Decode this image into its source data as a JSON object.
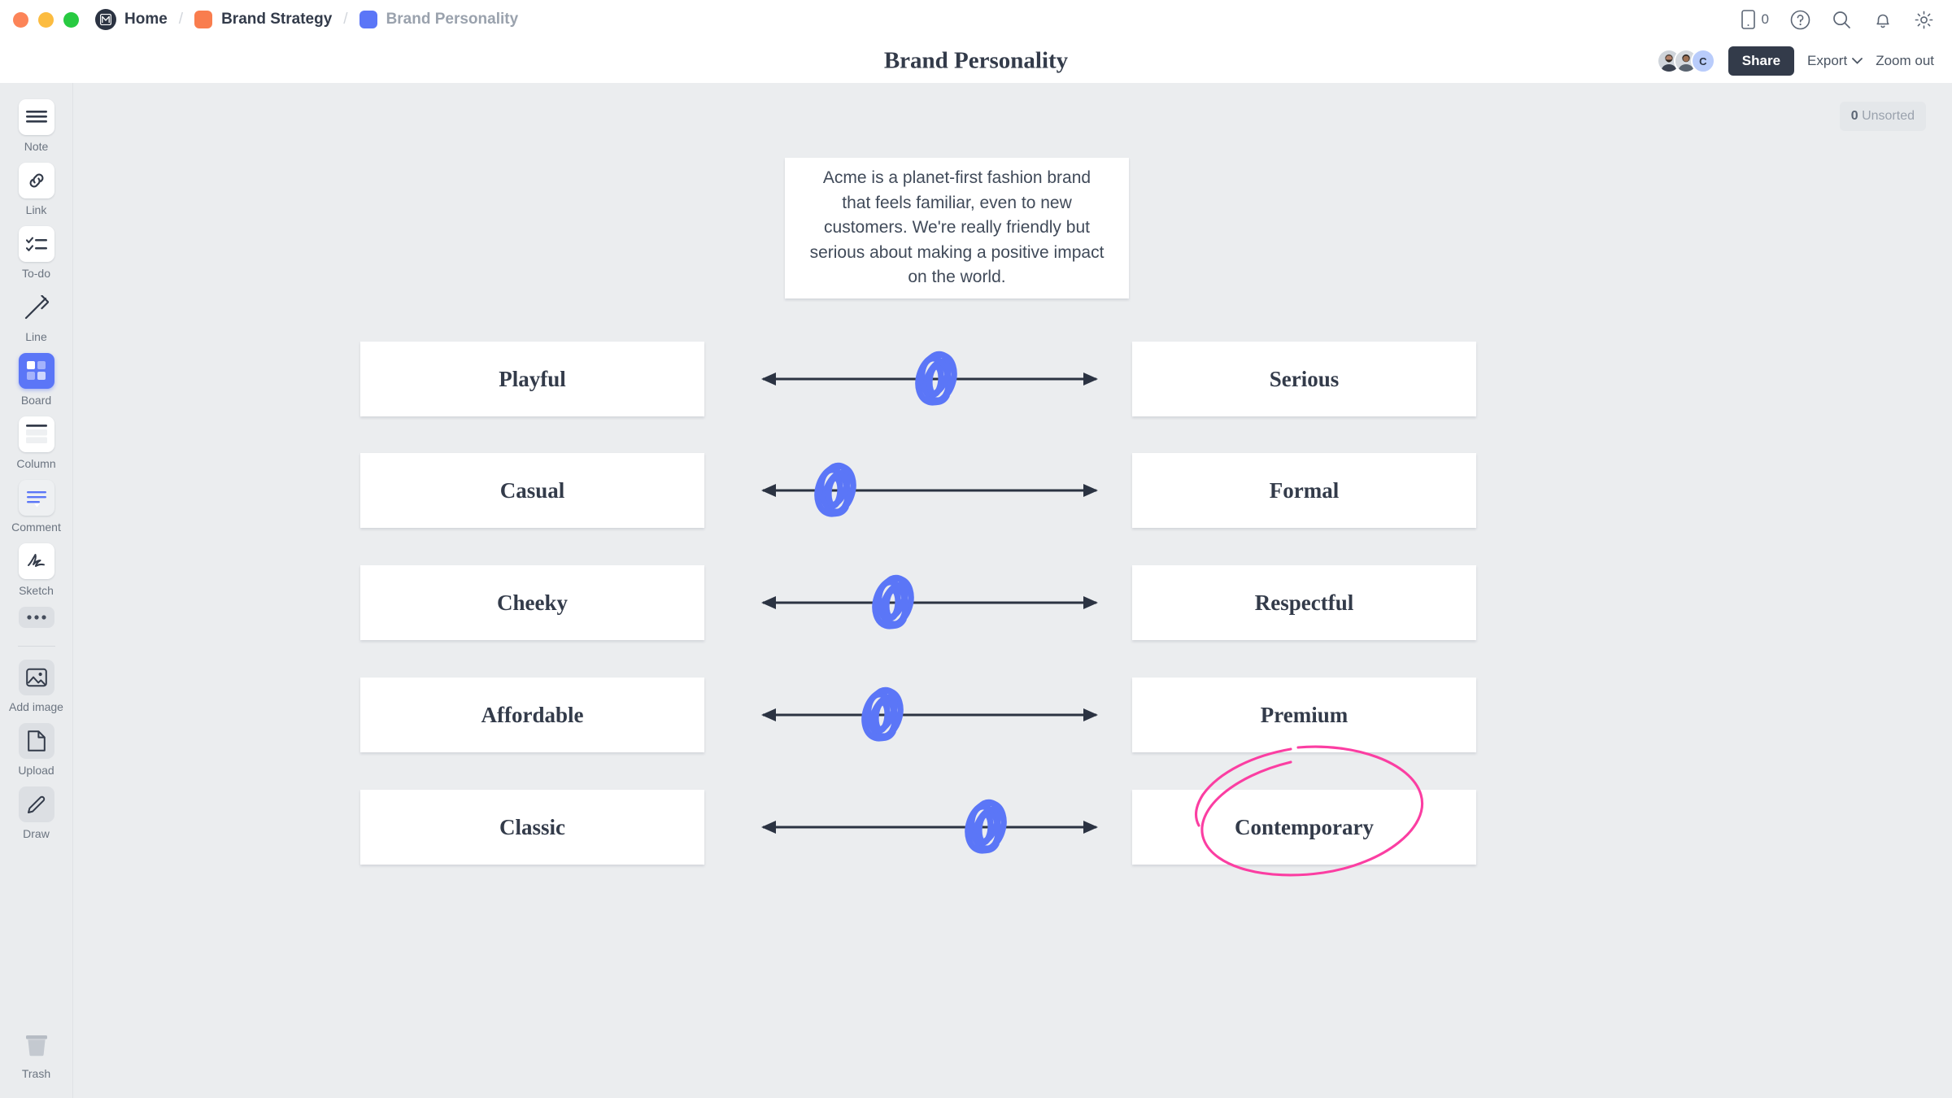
{
  "window": {
    "traffic_lights": [
      "close",
      "minimize",
      "maximize"
    ],
    "logo": "milanote-logo-icon"
  },
  "breadcrumb": {
    "items": [
      {
        "label": "Home",
        "type": "home",
        "active": true
      },
      {
        "label": "Brand Strategy",
        "type": "folder",
        "color": "#f97d4e",
        "active": true
      },
      {
        "label": "Brand Personality",
        "type": "board",
        "color": "#5b76f7",
        "active": false
      }
    ],
    "separator": "/"
  },
  "topbar": {
    "mobile_count": "0",
    "icons": [
      "mobile-icon",
      "help-icon",
      "search-icon",
      "notifications-icon",
      "settings-icon"
    ]
  },
  "header": {
    "title": "Brand Personality",
    "share_label": "Share",
    "export_label": "Export",
    "zoom_label": "Zoom out",
    "avatars": [
      {
        "type": "photo",
        "name": "collaborator-1"
      },
      {
        "type": "photo",
        "name": "collaborator-2"
      },
      {
        "type": "initial",
        "name": "collaborator-3",
        "initial": "C",
        "color": "#b9ccfb"
      }
    ]
  },
  "toolbar": {
    "items": [
      {
        "label": "Note",
        "icon": "note-icon",
        "style": "white",
        "active": false
      },
      {
        "label": "Link",
        "icon": "link-icon",
        "style": "white",
        "active": false
      },
      {
        "label": "To-do",
        "icon": "todo-icon",
        "style": "white",
        "active": false
      },
      {
        "label": "Line",
        "icon": "line-arrow-icon",
        "style": "bare",
        "active": false
      },
      {
        "label": "Board",
        "icon": "board-icon",
        "style": "white",
        "active": true
      },
      {
        "label": "Column",
        "icon": "column-icon",
        "style": "white",
        "active": false
      },
      {
        "label": "Comment",
        "icon": "comment-icon",
        "style": "white",
        "active": false
      },
      {
        "label": "Sketch",
        "icon": "sketch-icon",
        "style": "white",
        "active": false
      },
      {
        "label": "",
        "icon": "more-icon",
        "style": "pill",
        "active": false
      }
    ],
    "secondary_items": [
      {
        "label": "Add image",
        "icon": "image-icon",
        "style": "flat"
      },
      {
        "label": "Upload",
        "icon": "file-icon",
        "style": "flat"
      },
      {
        "label": "Draw",
        "icon": "pencil-icon",
        "style": "flat"
      }
    ],
    "trash": {
      "label": "Trash",
      "icon": "trash-icon"
    }
  },
  "canvas": {
    "unsorted_count": "0",
    "unsorted_label": "Unsorted",
    "note": {
      "text": "Acme is a planet-first fashion brand that feels familiar, even to new customers. We're really friendly but serious about making a positive impact on the world."
    },
    "accent_colors": {
      "marker_blue": "#5b76f7",
      "annotation_pink": "#fb3ea2",
      "arrow_dark": "#2b3342",
      "canvas_bg": "#ebedef",
      "card_bg": "#ffffff"
    },
    "spectrum_rows": [
      {
        "left_label": "Playful",
        "right_label": "Serious",
        "marker_position": 0.52
      },
      {
        "left_label": "Casual",
        "right_label": "Formal",
        "marker_position": 0.155
      },
      {
        "left_label": "Cheeky",
        "right_label": "Respectful",
        "marker_position": 0.365
      },
      {
        "left_label": "Affordable",
        "right_label": "Premium",
        "marker_position": 0.325
      },
      {
        "left_label": "Classic",
        "right_label": "Contemporary",
        "marker_position": 0.7
      }
    ],
    "annotation": {
      "type": "hand-drawn-ellipse",
      "target": "Contemporary",
      "color": "#fb3ea2"
    }
  }
}
